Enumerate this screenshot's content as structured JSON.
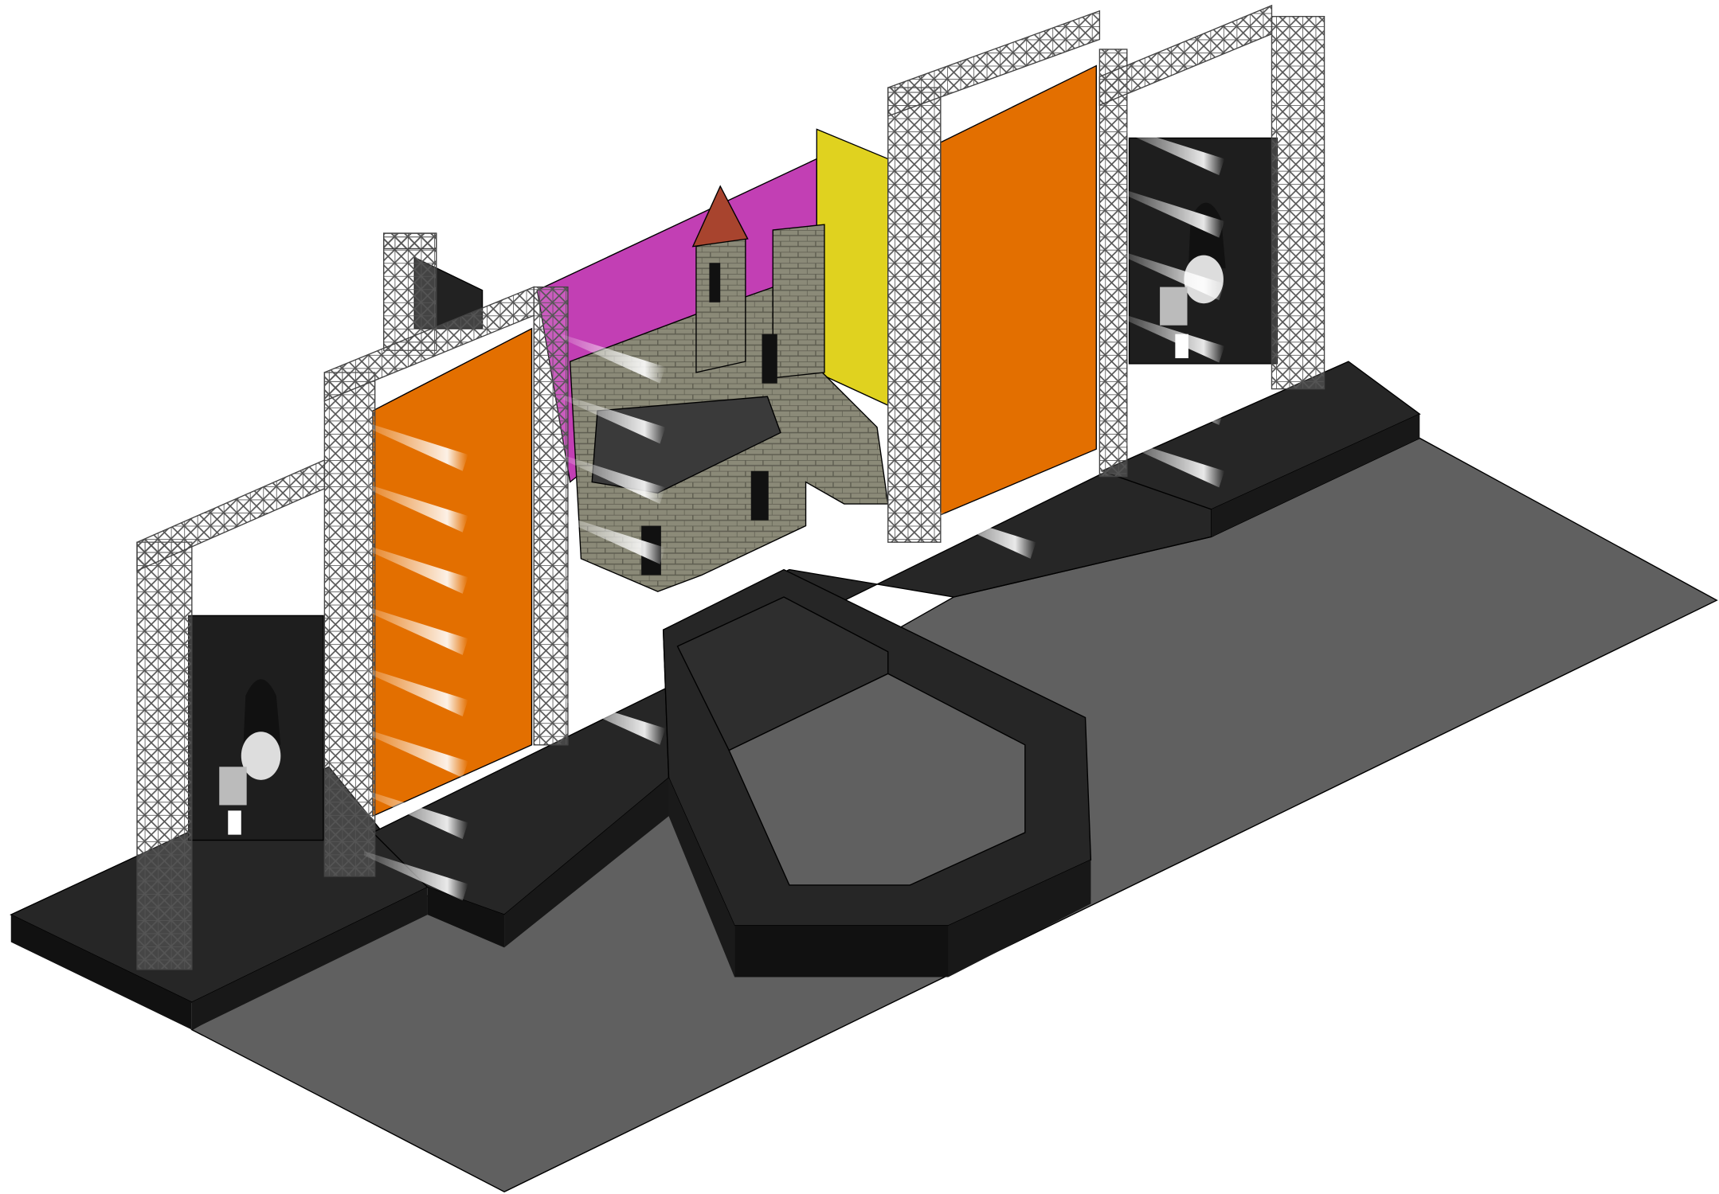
{
  "scene": {
    "view": "isometric",
    "colors": {
      "background": "#ffffff",
      "floor": "#606060",
      "stage_top": "#262626",
      "stage_side": "#111111",
      "orange_wall": "#e36f00",
      "magenta_wall": "#c23fb4",
      "yellow_wall": "#e0d21f",
      "poster": "#1e1e1e",
      "truss": "#9a9a9a",
      "stone": "#8b8a78",
      "roof": "#a8442e"
    },
    "icons": [
      "truss-tower",
      "castle",
      "stage-light",
      "poster-figure"
    ]
  }
}
